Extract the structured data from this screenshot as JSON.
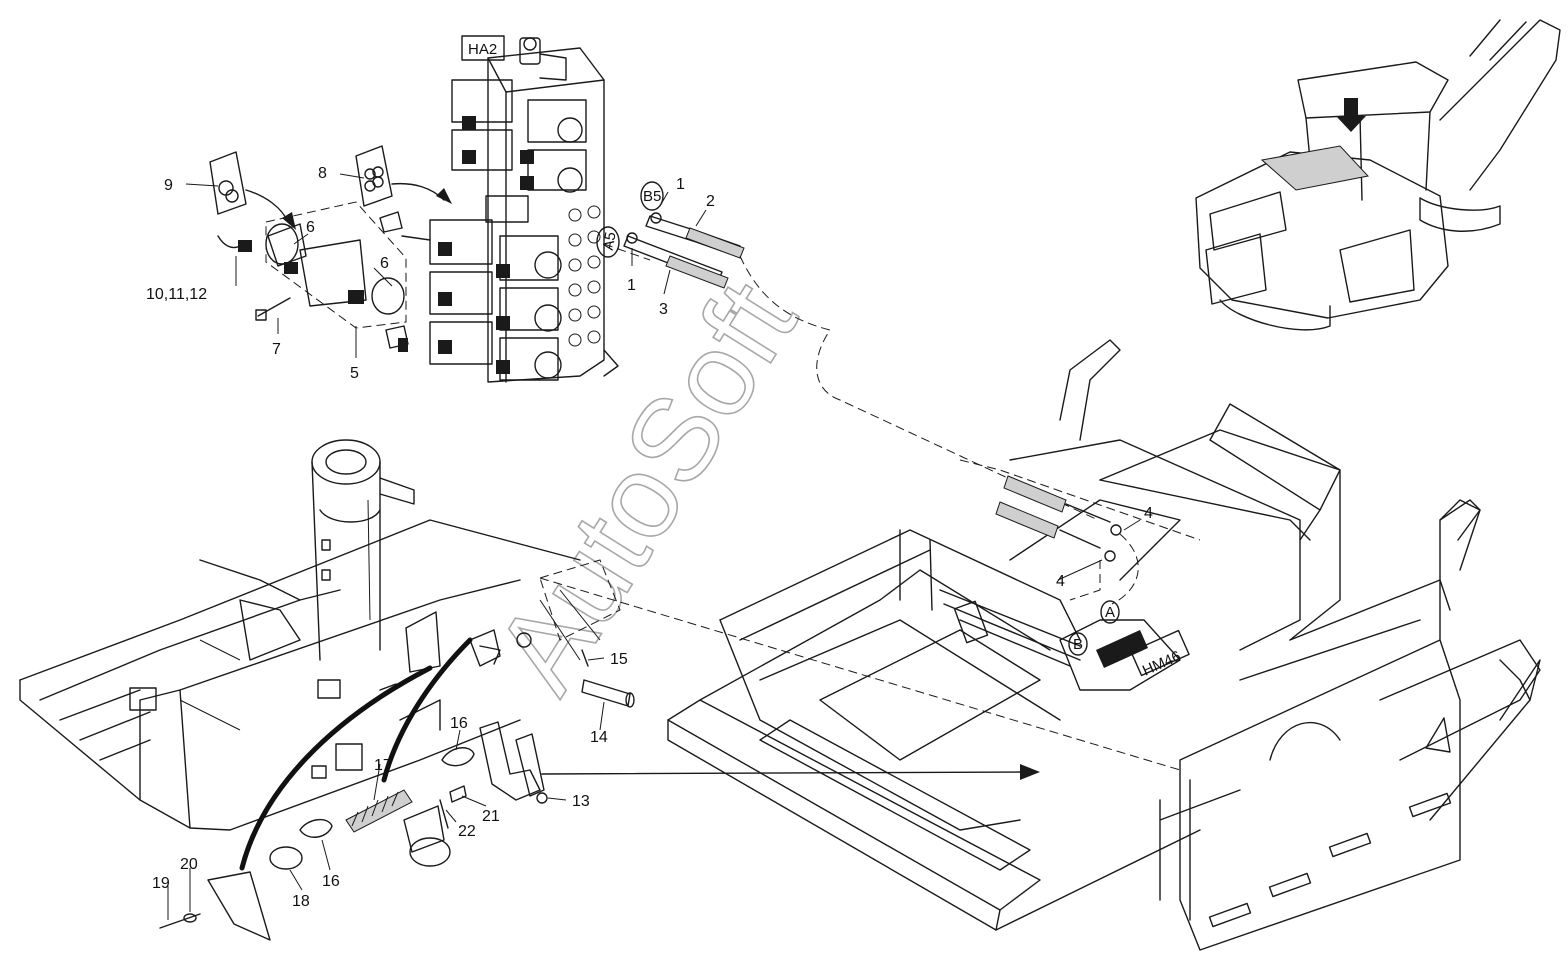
{
  "watermark": "AutoSoft",
  "module_tags": {
    "valve_block": "HA2",
    "motor": "HM46",
    "port_b5": "B5",
    "port_a5": "A5",
    "port_a": "A",
    "port_b": "B"
  },
  "callouts": {
    "c1a": "1",
    "c1b": "1",
    "c2": "2",
    "c3": "3",
    "c4a": "4",
    "c4b": "4",
    "c5": "5",
    "c6a": "6",
    "c6b": "6",
    "c7": "7",
    "c8": "8",
    "c9": "9",
    "c10": "10,11,12",
    "c13": "13",
    "c14": "14",
    "c15": "15",
    "c16a": "16",
    "c16b": "16",
    "c17": "17",
    "c18": "18",
    "c19": "19",
    "c20": "20",
    "c21": "21",
    "c22": "22"
  },
  "colors": {
    "line": "#1a1a1a",
    "watermark": "#8a8a8a",
    "background": "#ffffff"
  }
}
